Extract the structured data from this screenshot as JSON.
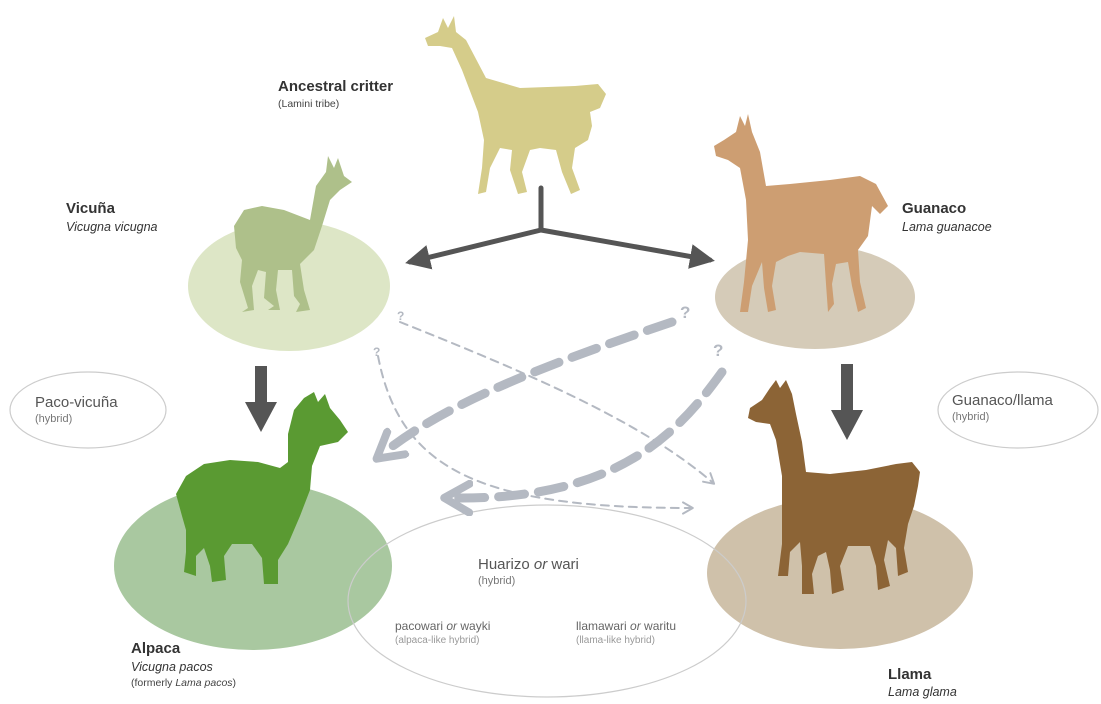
{
  "ancestor": {
    "name": "Ancestral critter",
    "group": "(Lamini tribe)"
  },
  "vicuna": {
    "name": "Vicuña",
    "scientific": "Vicugna vicugna"
  },
  "guanaco": {
    "name": "Guanaco",
    "scientific": "Lama guanacoe"
  },
  "alpaca": {
    "name": "Alpaca",
    "scientific": "Vicugna pacos",
    "former_prefix": "(formerly ",
    "former_name": "Lama pacos",
    "former_suffix": ")"
  },
  "llama": {
    "name": "Llama",
    "scientific": "Lama glama"
  },
  "hybrids": {
    "paco_vicuna": {
      "name": "Paco-vicuña",
      "note": "(hybrid)"
    },
    "guanaco_llama": {
      "name": "Guanaco/llama",
      "note": "(hybrid)"
    },
    "huarizo": {
      "name_a": "Huarizo",
      "or": "or",
      "name_b": "wari",
      "note": "(hybrid)",
      "pacowari": {
        "name_a": "pacowari",
        "or": "or",
        "name_b": "wayki",
        "note": "(alpaca-like hybrid)"
      },
      "llamawari": {
        "name_a": "llamawari",
        "or": "or",
        "name_b": "waritu",
        "note": "(llama-like hybrid)"
      }
    }
  },
  "uncertain_mark": "?",
  "colors": {
    "ancestor": "#d5cc8a",
    "vicuna": "#aec08a",
    "vicuna_ellipse": "#dde6c6",
    "guanaco": "#cd9e72",
    "guanaco_ellipse": "#d5cbb8",
    "alpaca": "#5a9a32",
    "alpaca_ellipse": "#a9c8a0",
    "llama": "#8c6436",
    "llama_ellipse": "#cfc1aa",
    "arrow_solid": "#555555",
    "arrow_dashed": "#b4b9c2",
    "outline": "#cccccc"
  }
}
